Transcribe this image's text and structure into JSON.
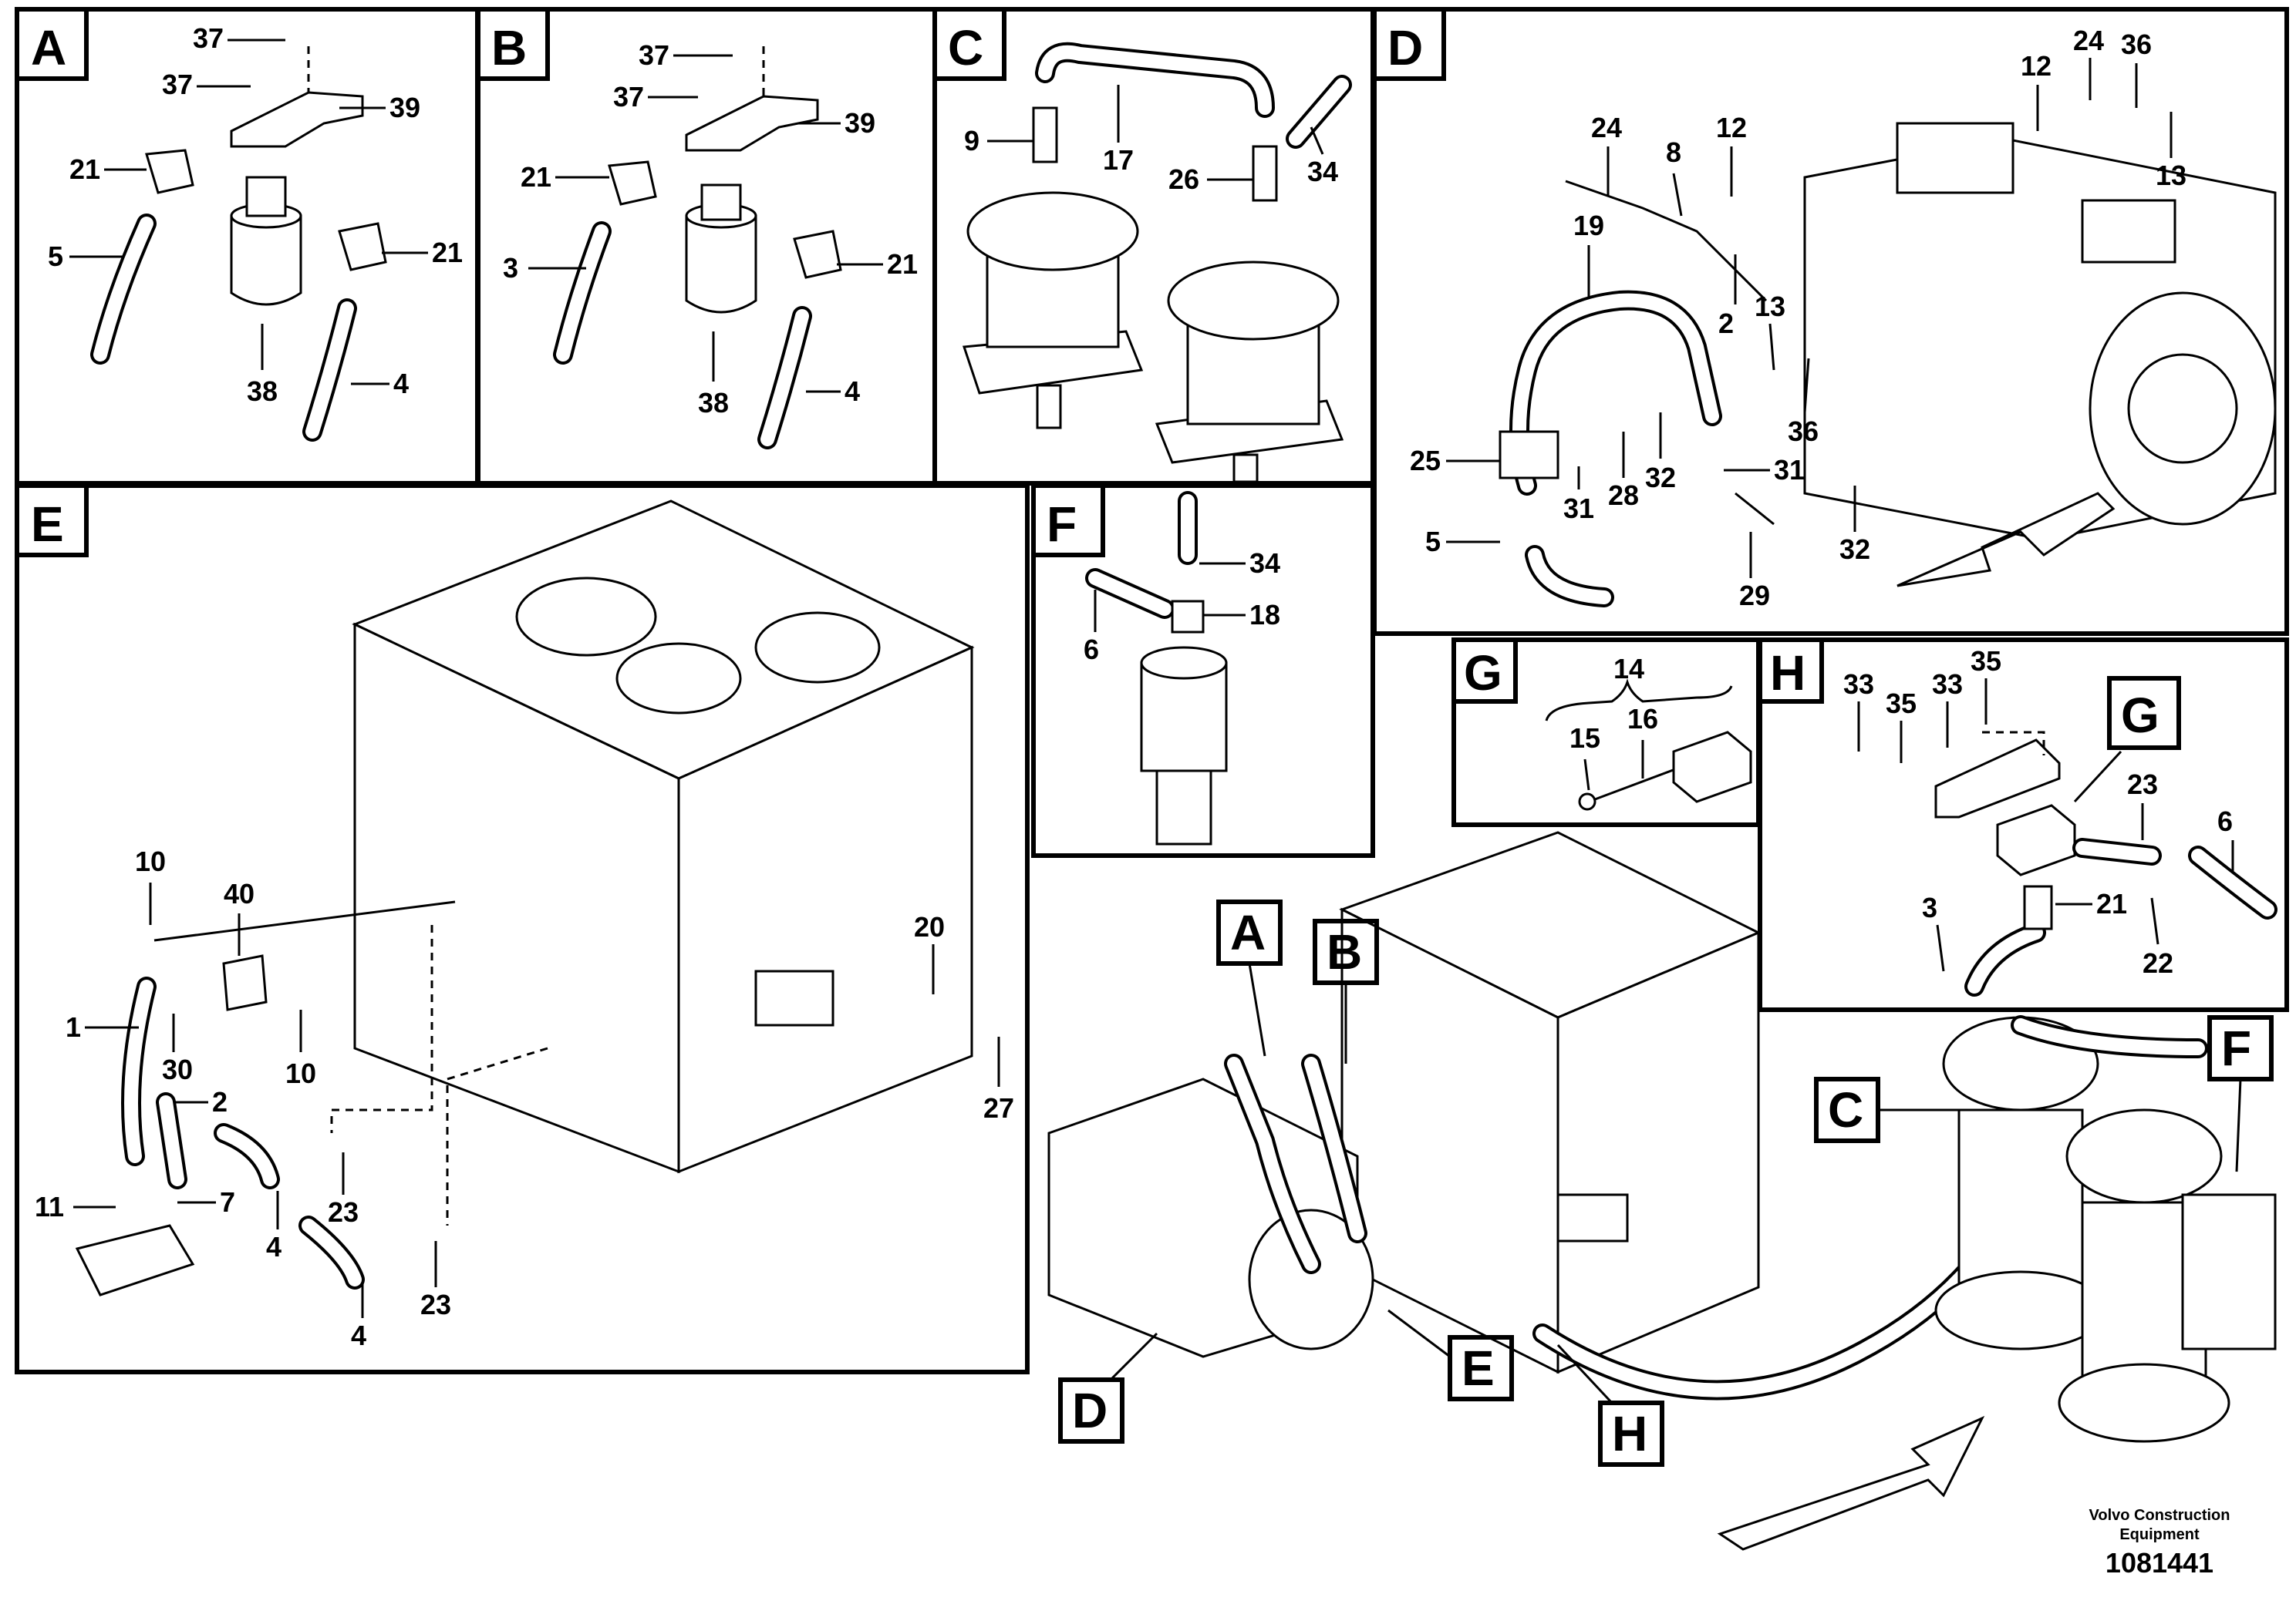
{
  "panels": {
    "A": {
      "label": "A",
      "callouts": [
        "37",
        "37",
        "39",
        "21",
        "21",
        "5",
        "38",
        "4"
      ]
    },
    "B": {
      "label": "B",
      "callouts": [
        "37",
        "37",
        "39",
        "21",
        "21",
        "3",
        "38",
        "4"
      ]
    },
    "C": {
      "label": "C",
      "callouts": [
        "9",
        "17",
        "26",
        "34"
      ]
    },
    "D": {
      "label": "D",
      "callouts": [
        "24",
        "8",
        "12",
        "12",
        "24",
        "36",
        "13",
        "19",
        "2",
        "13",
        "36",
        "25",
        "31",
        "28",
        "32",
        "31",
        "5",
        "29",
        "32"
      ]
    },
    "E": {
      "label": "E",
      "callouts": [
        "10",
        "40",
        "1",
        "30",
        "10",
        "2",
        "20",
        "27",
        "23",
        "23",
        "11",
        "7",
        "4",
        "4"
      ]
    },
    "F": {
      "label": "F",
      "callouts": [
        "34",
        "18",
        "6"
      ]
    },
    "G": {
      "label": "G",
      "callouts": [
        "14",
        "15",
        "16"
      ]
    },
    "H": {
      "label": "H",
      "callouts": [
        "33",
        "35",
        "33",
        "35",
        "G",
        "23",
        "6",
        "3",
        "21",
        "22"
      ]
    }
  },
  "overview": {
    "markers": [
      "A",
      "B",
      "C",
      "D",
      "E",
      "F",
      "H"
    ]
  },
  "caption": {
    "brand_line1": "Volvo Construction",
    "brand_line2": "Equipment",
    "drawing_number": "1081441"
  }
}
